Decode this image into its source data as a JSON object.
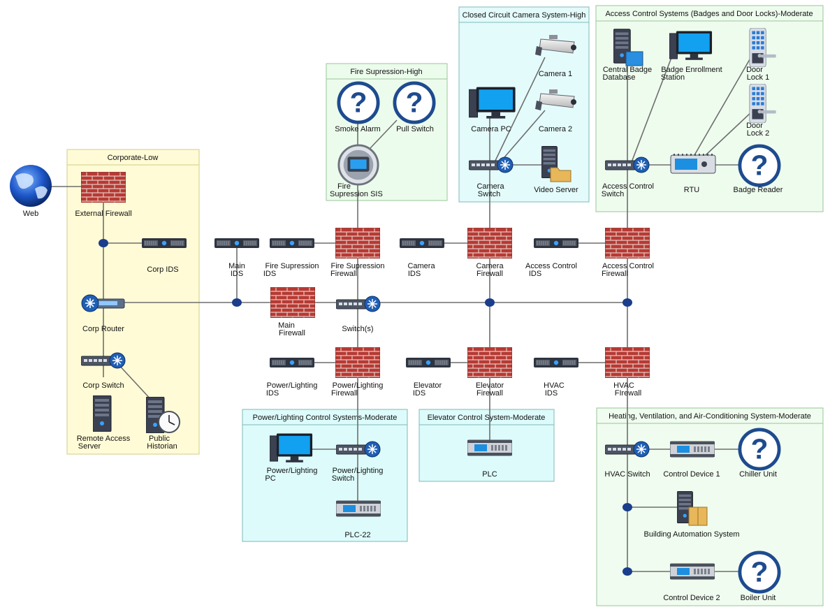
{
  "zones": {
    "corporate": "Corporate-Low",
    "fire": "Fire Supression-High",
    "cctv": "Closed Circuit Camera System-High",
    "access": "Access Control Systems (Badges and Door Locks)-Moderate",
    "power": "Power/Lighting Control Systems-Moderate",
    "elevator": "Elevator Control System-Moderate",
    "hvac": "Heating, Ventilation, and Air-Conditioning System-Moderate"
  },
  "nodes": {
    "web": "Web",
    "external_firewall": "External Firewall",
    "corp_ids": "Corp IDS",
    "corp_router": "Corp Router",
    "corp_switch": "Corp Switch",
    "remote_access_server": [
      "Remote Access",
      "Server"
    ],
    "public_historian": [
      "Public",
      "Historian"
    ],
    "main_ids": [
      "Main",
      "IDS"
    ],
    "main_firewall": [
      "Main",
      "Firewall"
    ],
    "switches": "Switch(s)",
    "fire_ids": [
      "Fire Supression",
      "IDS"
    ],
    "fire_firewall": [
      "Fire Supression",
      "Firewall"
    ],
    "smoke_alarm": "Smoke Alarm",
    "pull_switch": "Pull Switch",
    "fire_sis": [
      "Fire",
      "Supression SIS"
    ],
    "camera_ids": [
      "Camera",
      "IDS"
    ],
    "camera_firewall": [
      "Camera",
      "Firewall"
    ],
    "camera_pc": "Camera PC",
    "camera_1": "Camera 1",
    "camera_2": "Camera 2",
    "camera_switch": [
      "Camera",
      "Switch"
    ],
    "video_server": "Video Server",
    "access_ids": [
      "Access Control",
      "IDS"
    ],
    "access_firewall": [
      "Access Control",
      "Firewall"
    ],
    "central_badge_db": [
      "Central Badge",
      "Database"
    ],
    "badge_enrollment": [
      "Badge Enrollment",
      "Station"
    ],
    "door_lock_1": [
      "Door",
      "Lock 1"
    ],
    "door_lock_2": [
      "Door",
      "Lock 2"
    ],
    "access_switch": [
      "Access Control",
      "Switch"
    ],
    "rtu": "RTU",
    "badge_reader": "Badge Reader",
    "power_ids": [
      "Power/Lighting",
      "IDS"
    ],
    "power_firewall": [
      "Power/Lighting",
      "Firewall"
    ],
    "power_pc": [
      "Power/Lighting",
      "PC"
    ],
    "power_switch": [
      "Power/Lighting",
      "Switch"
    ],
    "plc_22": "PLC-22",
    "elevator_ids": [
      "Elevator",
      "IDS"
    ],
    "elevator_firewall": [
      "Elevator",
      "Firewall"
    ],
    "plc": "PLC",
    "hvac_ids": [
      "HVAC",
      "IDS"
    ],
    "hvac_firewall": [
      "HVAC",
      "FIrewall"
    ],
    "hvac_switch": "HVAC Switch",
    "control_device_1": "Control Device 1",
    "chiller_unit": "Chiller Unit",
    "building_automation": "Building Automation System",
    "control_device_2": "Control Device 2",
    "boiler_unit": "Boiler Unit"
  },
  "icons": {
    "web": "globe-icon",
    "firewall": "brick-firewall-icon",
    "ids": "ids-appliance-icon",
    "router": "router-icon",
    "switch": "network-switch-icon",
    "server": "server-tower-icon",
    "clock": "clock-icon",
    "unknown": "question-mark-icon",
    "camera": "security-camera-icon",
    "monitor": "desktop-computer-icon",
    "plc": "plc-module-icon",
    "rtu": "rtu-icon",
    "door_lock": "keypad-door-lock-icon",
    "node": "network-junction-dot"
  },
  "colors": {
    "zone_corporate_fill": "#fffbd6",
    "zone_fire_fill": "#ecfcec",
    "zone_cctv_fill": "#e4fbfb",
    "zone_access_fill": "#eefcee",
    "zone_power_fill": "#ddfbfb",
    "zone_elevator_fill": "#ddfbfb",
    "zone_hvac_fill": "#f0fcef",
    "firewall_brick": "#b63a33",
    "junction": "#1a3d8c",
    "unknown_blue": "#1e4b8f"
  }
}
